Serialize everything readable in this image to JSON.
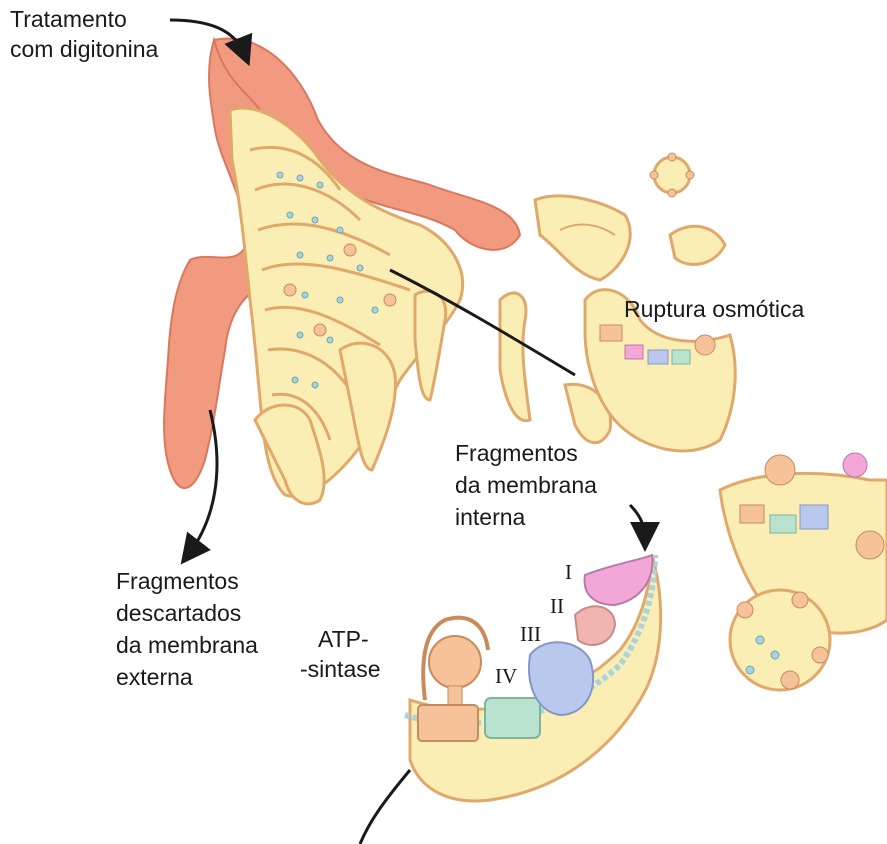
{
  "labels": {
    "digitonin_line1": "Tratamento",
    "digitonin_line2": "com digitonina",
    "osmotic": "Ruptura osmótica",
    "inner_line1": "Fragmentos",
    "inner_line2": "da membrana",
    "inner_line3": "interna",
    "outer_line1": "Fragmentos",
    "outer_line2": "descartados",
    "outer_line3": "da membrana",
    "outer_line4": "externa",
    "atp_line1": "ATP-",
    "atp_line2": "-sintase",
    "complex_I": "I",
    "complex_II": "II",
    "complex_III": "III",
    "complex_IV": "IV"
  },
  "colors": {
    "outer_membrane": "#f29a80",
    "outer_membrane_edge": "#d9785d",
    "matrix": "#fbeeb4",
    "inner_membrane_edge": "#e0a86a",
    "complex_I": "#f2a7d8",
    "complex_II": "#f0b5b0",
    "complex_III": "#b9c9ee",
    "complex_IV": "#b9e3cf",
    "atp_synthase": "#f6c29a",
    "particle": "#a9d4dc"
  }
}
